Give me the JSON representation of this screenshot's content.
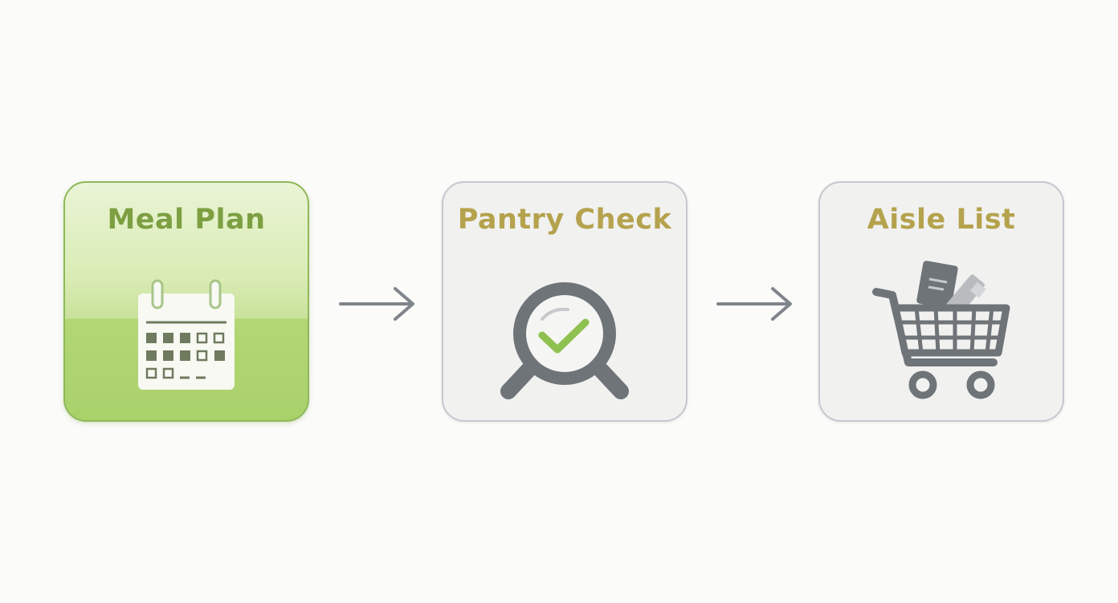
{
  "steps": [
    {
      "title": "Meal Plan",
      "icon": "calendar-icon",
      "state": "active"
    },
    {
      "title": "Pantry Check",
      "icon": "magnifier-check-icon",
      "state": "inactive"
    },
    {
      "title": "Aisle List",
      "icon": "shopping-cart-icon",
      "state": "inactive"
    }
  ],
  "connectors": [
    {
      "icon": "arrow-right-icon"
    },
    {
      "icon": "arrow-right-icon"
    }
  ],
  "colors": {
    "background": "#fbfbf9",
    "active_fill": "#b2d774",
    "active_border": "#8fb85a",
    "active_title": "#7d9f42",
    "inactive_fill": "#f1f1f0",
    "inactive_border": "#c4c8cf",
    "inactive_title": "#b5a24d",
    "icon_gray": "#6f7479",
    "check_green": "#8fc150"
  }
}
